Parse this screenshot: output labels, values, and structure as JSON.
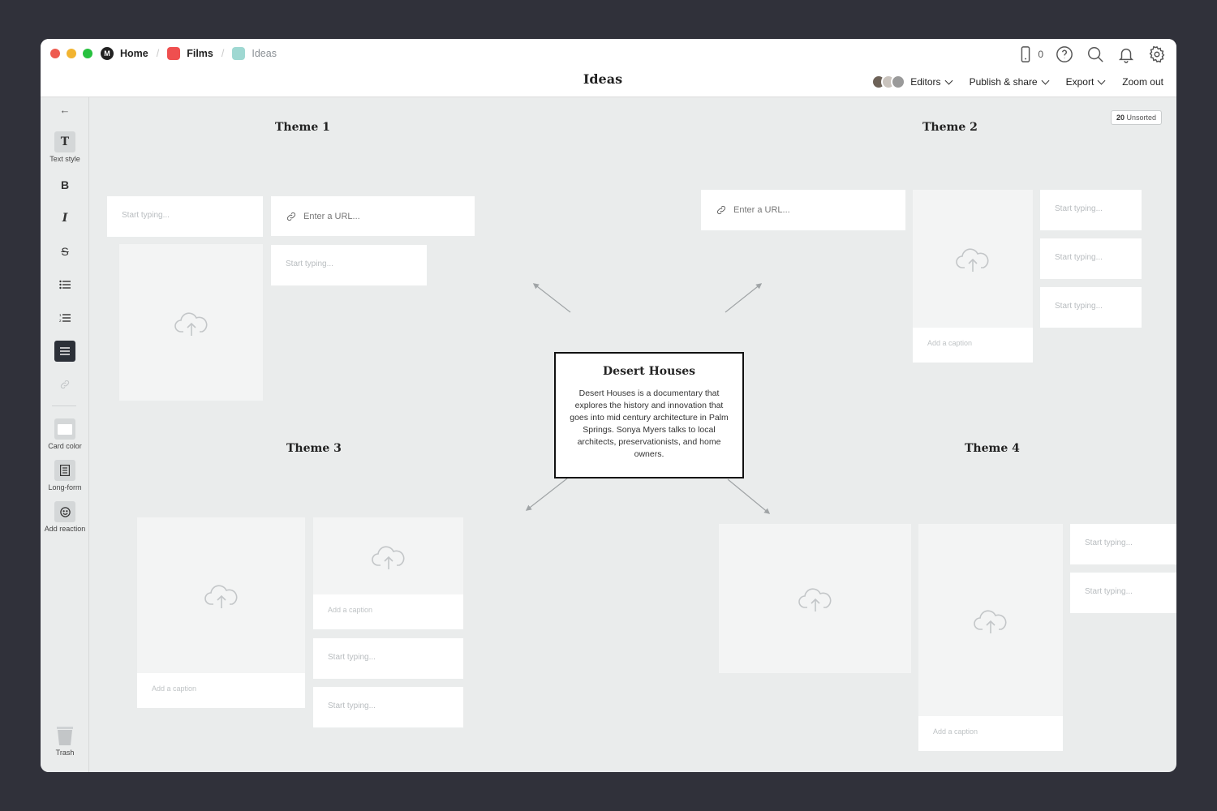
{
  "window": {
    "lights": [
      "#ee5b50",
      "#f2b431",
      "#27c13f"
    ]
  },
  "breadcrumb": [
    {
      "label": "Home",
      "color": "#222222",
      "icon": "milanote-logo-icon"
    },
    {
      "label": "Films",
      "color": "#ef4f4f",
      "icon": "board-icon"
    },
    {
      "label": "Ideas",
      "color": "#9fd8d2",
      "icon": "board-icon"
    }
  ],
  "header": {
    "title": "Ideas",
    "phone_count": "0",
    "editors_label": "Editors",
    "publish_label": "Publish & share",
    "export_label": "Export",
    "zoom_label": "Zoom out"
  },
  "sidebar": {
    "back_arrow": "←",
    "text_style": {
      "glyph": "T",
      "label": "Text style"
    },
    "bold": "B",
    "italic": "I",
    "strike": "S",
    "card_color_label": "Card color",
    "longform_label": "Long-form",
    "reaction_label": "Add reaction",
    "trash_label": "Trash"
  },
  "canvas": {
    "unsorted_count": "20",
    "unsorted_label": "Unsorted",
    "themes": [
      "Theme 1",
      "Theme 2",
      "Theme 3",
      "Theme 4"
    ],
    "placeholder_text": "Start typing...",
    "url_placeholder": "Enter a URL...",
    "caption_placeholder": "Add a caption",
    "center": {
      "title": "Desert Houses",
      "body": "Desert Houses is a documentary that explores the history and innovation that goes into mid century architecture in Palm Springs. Sonya Myers talks to local architects, preservationists, and home owners."
    }
  }
}
